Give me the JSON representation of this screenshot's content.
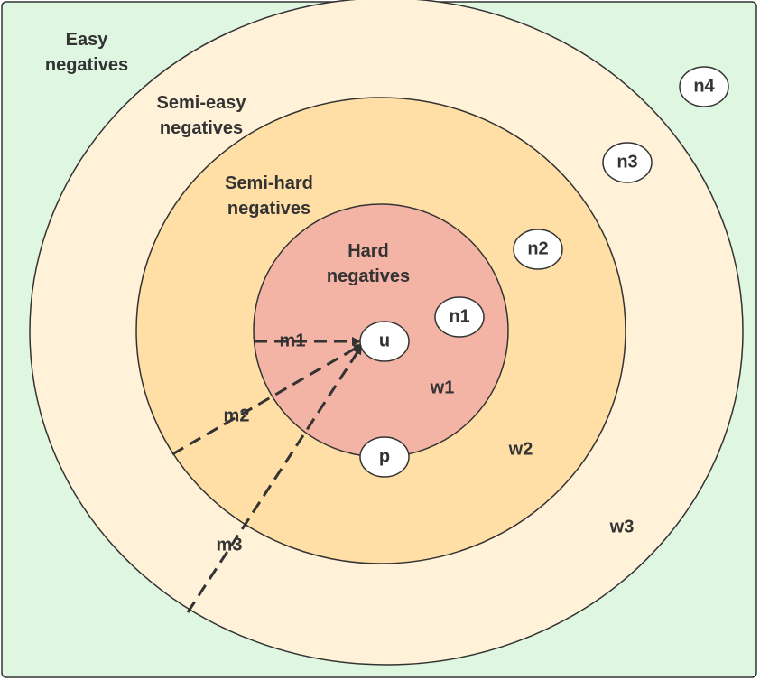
{
  "colors": {
    "background": "#dff7e1",
    "semi_easy_fill": "#fff2d9",
    "semi_hard_fill": "#ffdfa6",
    "hard_fill": "#f4b4a5",
    "node_fill": "#ffffff",
    "stroke": "#333333"
  },
  "regions": {
    "easy": "Easy\nnegatives",
    "semi_easy": "Semi-easy\nnegatives",
    "semi_hard": "Semi-hard\nnegatives",
    "hard": "Hard\nnegatives"
  },
  "nodes": {
    "u": "u",
    "p": "p",
    "n1": "n1",
    "n2": "n2",
    "n3": "n3",
    "n4": "n4"
  },
  "margins": {
    "m1": "m1",
    "m2": "m2",
    "m3": "m3"
  },
  "weights": {
    "w1": "w1",
    "w2": "w2",
    "w3": "w3"
  }
}
